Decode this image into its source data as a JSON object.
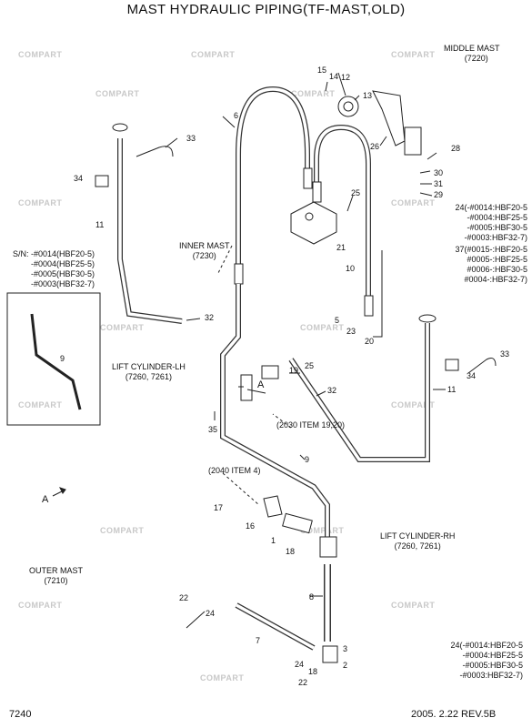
{
  "title": "MAST HYDRAULIC PIPING(TF-MAST,OLD)",
  "labels": {
    "middle_mast": "MIDDLE MAST",
    "middle_mast_ref": "(7220)",
    "inner_mast": "INNER MAST",
    "inner_mast_ref": "(7230)",
    "lift_cyl_lh": "LIFT CYLINDER-LH",
    "lift_cyl_lh_ref": "(7260, 7261)",
    "lift_cyl_rh": "LIFT CYLINDER-RH",
    "lift_cyl_rh_ref": "(7260, 7261)",
    "outer_mast": "OUTER MAST",
    "outer_mast_ref": "(7210)",
    "item_2030": "(2030 ITEM 19,20)",
    "item_2040": "(2040 ITEM 4)",
    "view_a": "A",
    "view_a2": "A"
  },
  "sn_block": [
    "S/N: -#0014(HBF20-5)",
    "-#0004(HBF25-5)",
    "-#0005(HBF30-5)",
    "-#0003(HBF32-7)"
  ],
  "note_24_top": [
    "24(-#0014:HBF20-5",
    "-#0004:HBF25-5",
    "-#0005:HBF30-5",
    "-#0003:HBF32-7)"
  ],
  "note_37": [
    "37(#0015-:HBF20-5",
    "#0005-:HBF25-5",
    "#0006-:HBF30-5",
    "#0004-:HBF32-7)"
  ],
  "note_24_bottom": [
    "24(-#0014:HBF20-5",
    "-#0004:HBF25-5",
    "-#0005:HBF30-5",
    "-#0003:HBF32-7)"
  ],
  "part_numbers": [
    "15",
    "14",
    "12",
    "13",
    "6",
    "33",
    "26",
    "28",
    "34",
    "30",
    "31",
    "29",
    "25",
    "11",
    "21",
    "10",
    "5",
    "23",
    "20",
    "32",
    "19",
    "25",
    "32",
    "33",
    "34",
    "11",
    "35",
    "9",
    "9",
    "17",
    "16",
    "1",
    "18",
    "8",
    "22",
    "24",
    "7",
    "24",
    "18",
    "22",
    "3",
    "2"
  ],
  "watermark": "COMPART",
  "footer": {
    "page": "7240",
    "revision": "2005. 2.22  REV.5B"
  }
}
